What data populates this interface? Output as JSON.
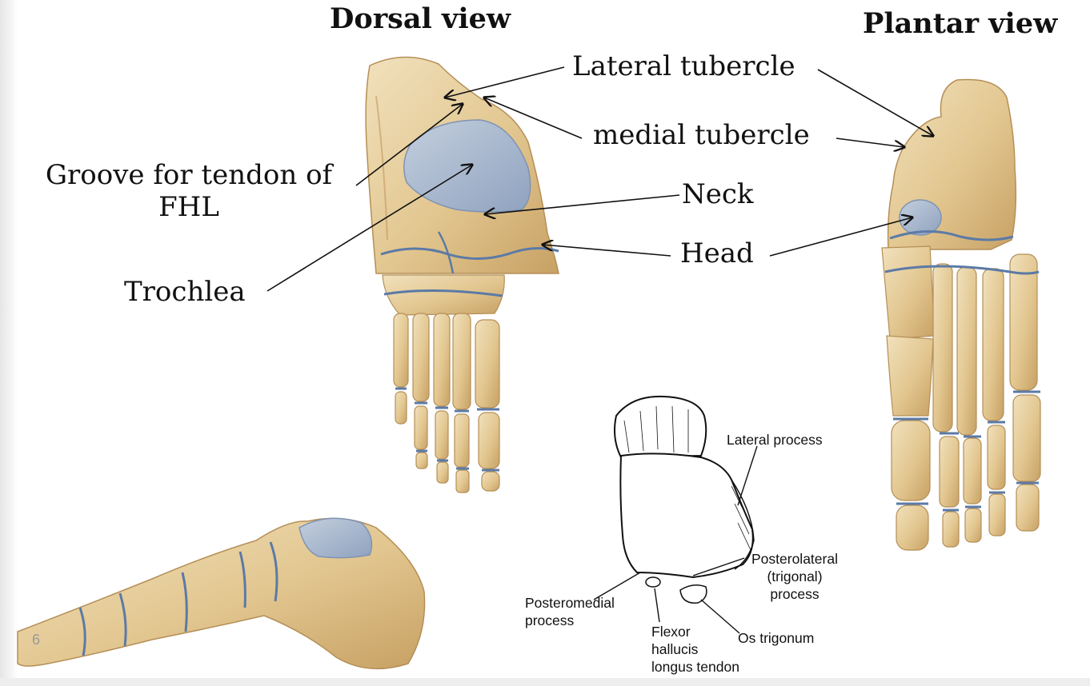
{
  "titles": {
    "dorsal": "Dorsal view",
    "plantar": "Plantar view"
  },
  "labels": {
    "lateral_tubercle": "Lateral tubercle",
    "medial_tubercle": "medial tubercle",
    "groove_line1": "Groove for tendon  of",
    "groove_line2": "FHL",
    "neck": "Neck",
    "head": "Head",
    "trochlea": "Trochlea"
  },
  "diagram_labels": {
    "lateral_process": "Lateral process",
    "posterolateral_line1": "Posterolateral",
    "posterolateral_line2": "(trigonal)",
    "posterolateral_line3": "process",
    "posteromedial_line1": "Posteromedial",
    "posteromedial_line2": "process",
    "flexor_line1": "Flexor",
    "flexor_line2": "hallucis",
    "flexor_line3": "longus tendon",
    "os_trigonum": "Os trigonum"
  },
  "page_number": "6",
  "colors": {
    "bone": "#e8d3a6",
    "bone_shade": "#c9a86a",
    "cartilage": "#a9b8cf",
    "joint_line": "#5b7aa6",
    "arrow": "#111111"
  }
}
